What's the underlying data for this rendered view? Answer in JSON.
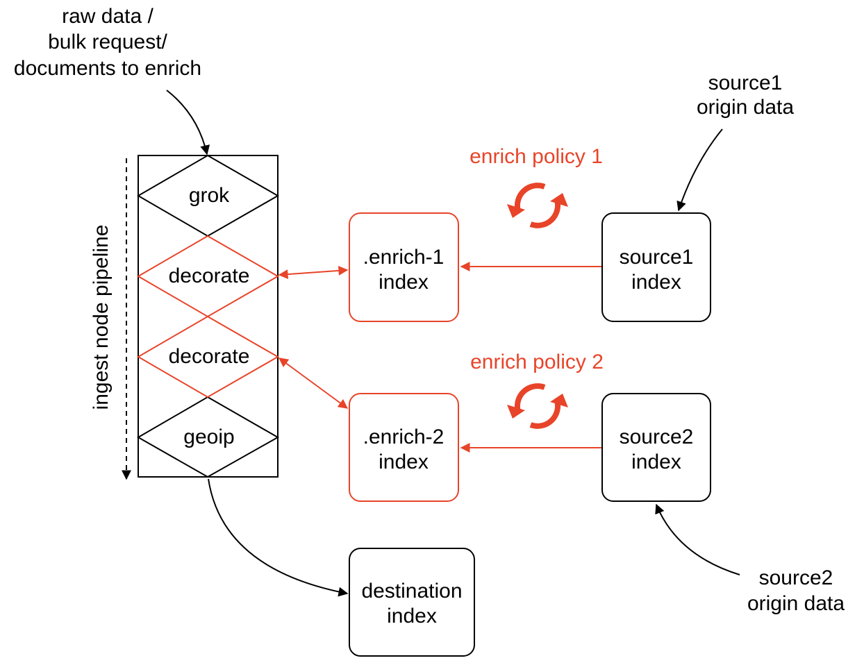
{
  "colors": {
    "stroke": "#000000",
    "accent": "#e84429",
    "background": "#ffffff"
  },
  "input": {
    "line1": "raw data /",
    "line2": "bulk request/",
    "line3": "documents to enrich"
  },
  "pipeline": {
    "label": "ingest node pipeline",
    "processors": [
      {
        "label": "grok",
        "color": "black"
      },
      {
        "label": "decorate",
        "color": "red"
      },
      {
        "label": "decorate",
        "color": "red"
      },
      {
        "label": "geoip",
        "color": "black"
      }
    ]
  },
  "enrich_indices": [
    {
      "line1": ".enrich-1",
      "line2": "index"
    },
    {
      "line1": ".enrich-2",
      "line2": "index"
    }
  ],
  "policies": [
    {
      "label": "enrich policy 1",
      "icon": "sync-icon"
    },
    {
      "label": "enrich policy 2",
      "icon": "sync-icon"
    }
  ],
  "source_indices": [
    {
      "line1": "source1",
      "line2": "index"
    },
    {
      "line1": "source2",
      "line2": "index"
    }
  ],
  "origins": [
    {
      "line1": "source1",
      "line2": "origin data"
    },
    {
      "line1": "source2",
      "line2": "origin data"
    }
  ],
  "destination": {
    "line1": "destination",
    "line2": "index"
  }
}
